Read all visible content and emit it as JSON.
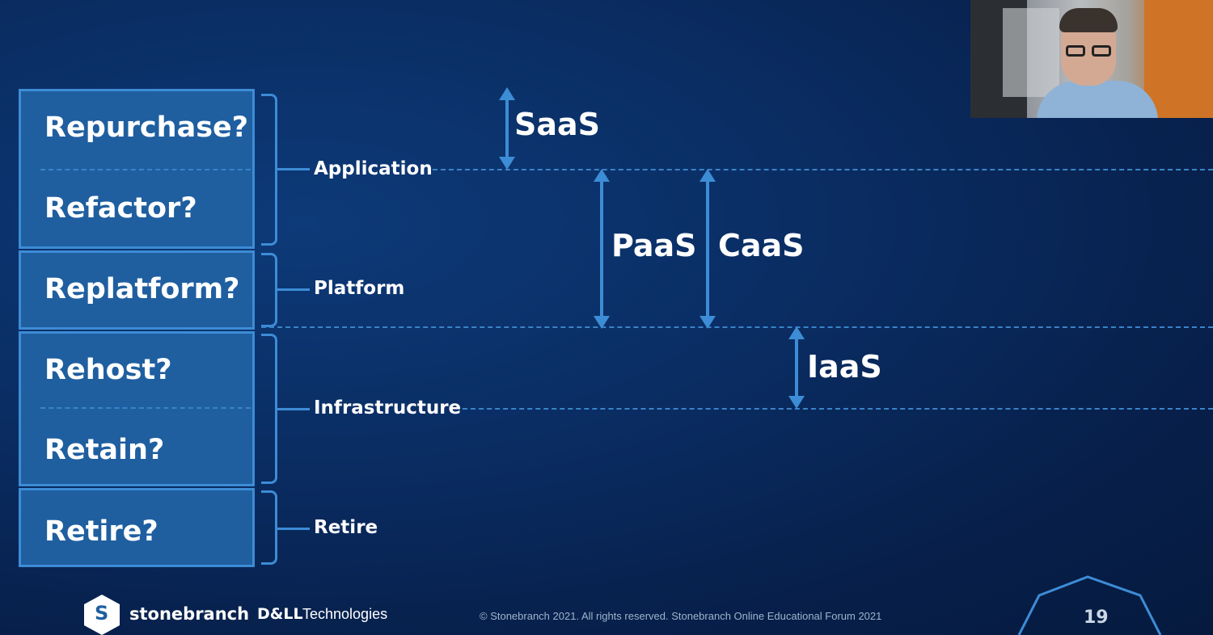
{
  "strategies": [
    {
      "label": "Repurchase?"
    },
    {
      "label": "Refactor?"
    },
    {
      "label": "Replatform?"
    },
    {
      "label": "Rehost?"
    },
    {
      "label": "Retain?"
    },
    {
      "label": "Retire?"
    }
  ],
  "layers": {
    "application": "Application",
    "platform": "Platform",
    "infrastructure": "Infrastructure",
    "retire": "Retire"
  },
  "services": {
    "saas": "SaaS",
    "paas": "PaaS",
    "caas": "CaaS",
    "iaas": "IaaS"
  },
  "footer": {
    "brand": "stonebranch",
    "logo_letter": "S",
    "partner_dell": "D&LL",
    "partner_tech": "Technologies",
    "copyright": "© Stonebranch 2021. All rights reserved. Stonebranch Online Educational Forum 2021",
    "page_number": "19"
  },
  "colors": {
    "box_fill": "#1f5fa0",
    "box_border": "#3d8cd6",
    "arrow": "#3d8cd6",
    "background": "#0a2d63"
  }
}
